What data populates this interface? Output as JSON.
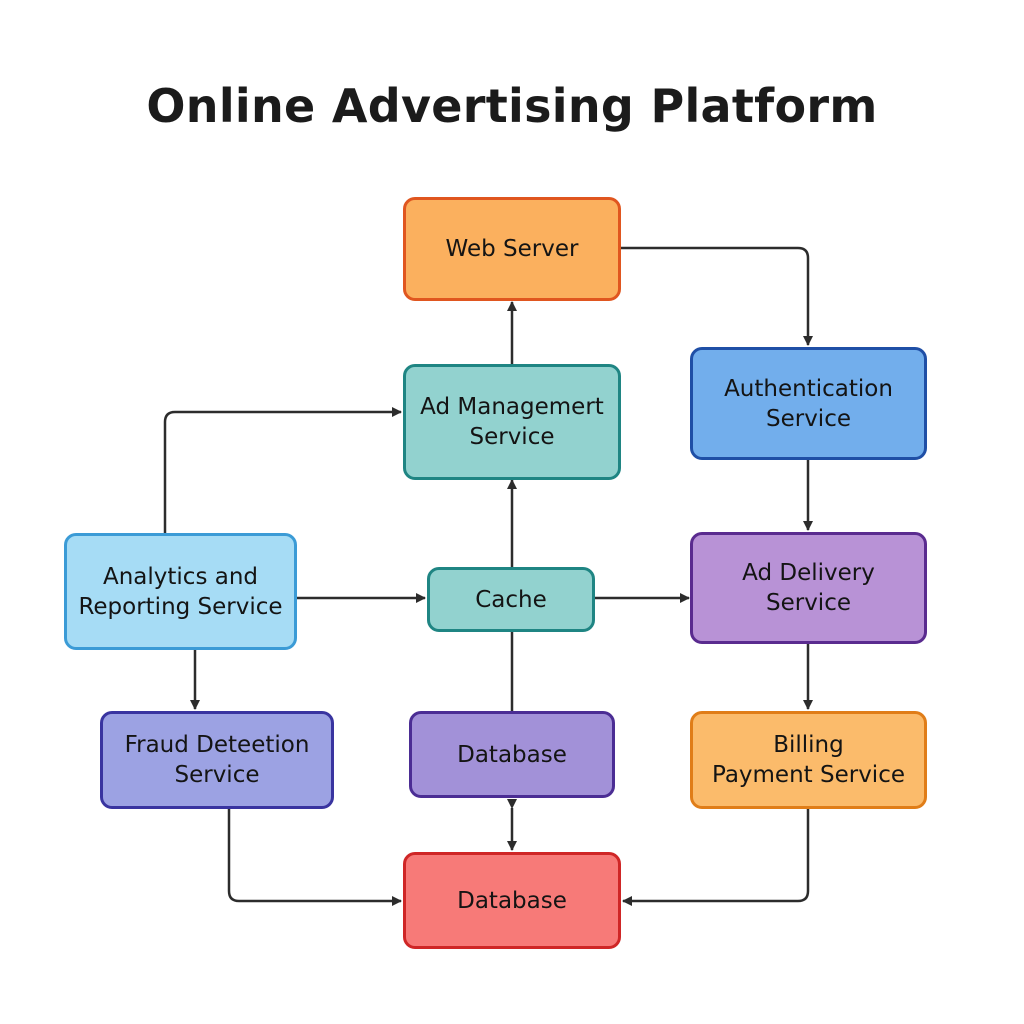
{
  "title": "Online Advertising Platform",
  "nodes": {
    "web_server": "Web Server",
    "ad_management": "Ad Managemert\nService",
    "authentication": "Authentication\nService",
    "analytics": "Analytics and\nReporting Service",
    "cache": "Cache",
    "ad_delivery": "Ad Delivery\nService",
    "fraud_detection": "Fraud Deteetion\nService",
    "database_upper": "Database",
    "billing": "Billing\nPayment Service",
    "database_main": "Database"
  },
  "colors": {
    "web_server": {
      "fill": "#fbb05e",
      "stroke": "#e0561f"
    },
    "ad_management": {
      "fill": "#92d2cf",
      "stroke": "#1f8583"
    },
    "authentication": {
      "fill": "#72aeec",
      "stroke": "#1f4fa6"
    },
    "analytics": {
      "fill": "#a6dcf5",
      "stroke": "#3b9bd6"
    },
    "cache": {
      "fill": "#92d2cf",
      "stroke": "#1f8583"
    },
    "ad_delivery": {
      "fill": "#b892d6",
      "stroke": "#5a2b8f"
    },
    "fraud_detection": {
      "fill": "#9ca2e3",
      "stroke": "#3934a0"
    },
    "database_upper": {
      "fill": "#a291d8",
      "stroke": "#4b2d94"
    },
    "billing": {
      "fill": "#fbbb6b",
      "stroke": "#e07d18"
    },
    "database_main": {
      "fill": "#f77a78",
      "stroke": "#cf2626"
    },
    "arrow": "#2c2c2c"
  }
}
